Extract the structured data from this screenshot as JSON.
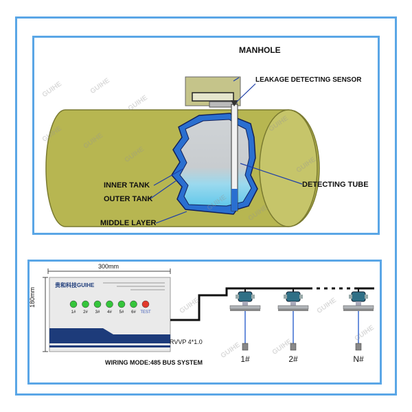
{
  "top_diagram": {
    "labels": {
      "manhole": "MANHOLE",
      "leakage_sensor": "LEAKAGE DETECTING SENSOR",
      "detecting_tube": "DETECTING TUBE",
      "inner_tank": "INNER TANK",
      "outer_tank": "OUTER TANK",
      "middle_layer": "MIDDLE LAYER"
    }
  },
  "bottom_diagram": {
    "width_label": "300mm",
    "height_label": "180mm",
    "brand": "GUIHE",
    "brand_cn": "贵和科技",
    "leds": [
      "1#",
      "2#",
      "3#",
      "4#",
      "5#",
      "6#",
      "TEST"
    ],
    "cable_label": "RVVP 4*1.0",
    "wiring_mode": "WIRING MODE:485 BUS SYSTEM",
    "sensors": [
      "1#",
      "2#",
      "N#"
    ]
  },
  "watermark": "GUIHE",
  "colors": {
    "frame": "#5aa6e6",
    "tank": "#b7b651",
    "inner_blue": "#2a6fd0",
    "liquid": "#7ad6ee",
    "led_green": "#35c53b",
    "led_red": "#e23a2c"
  }
}
